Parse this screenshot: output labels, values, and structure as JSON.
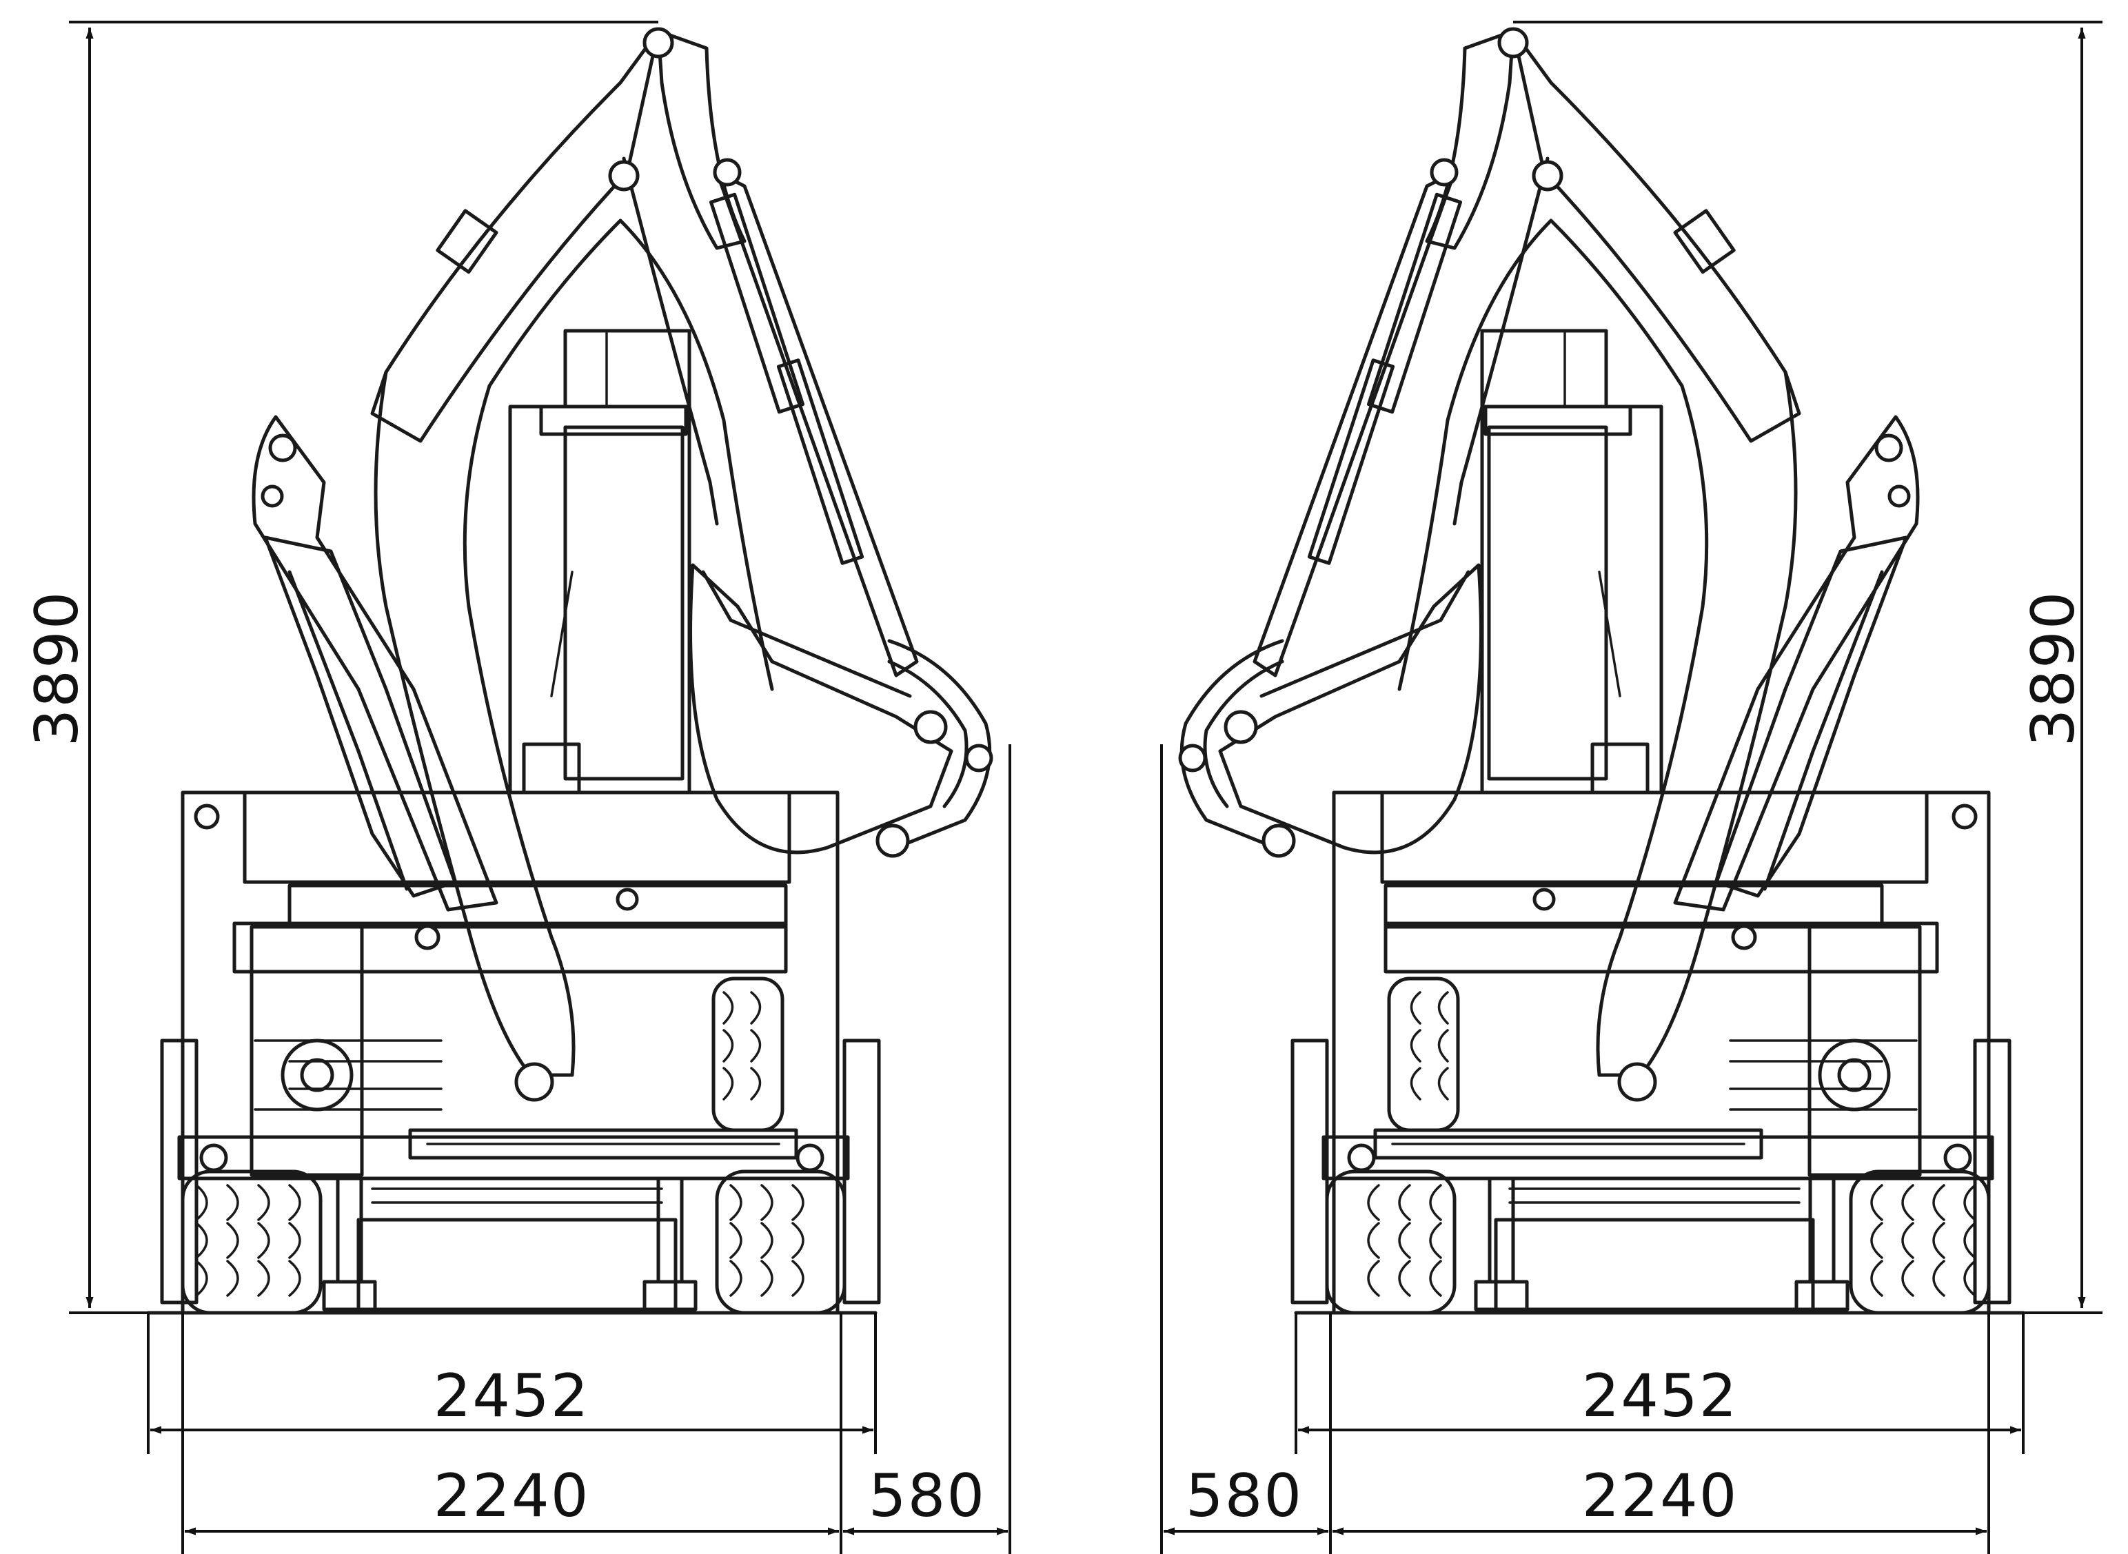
{
  "drawing": {
    "views": [
      {
        "id": "left-view",
        "dimensions": {
          "height": "3890",
          "outer_width": "2452",
          "track_width": "2240",
          "side_offset": "580"
        }
      },
      {
        "id": "right-view",
        "dimensions": {
          "height": "3890",
          "outer_width": "2452",
          "track_width": "2240",
          "side_offset": "580"
        }
      }
    ]
  }
}
